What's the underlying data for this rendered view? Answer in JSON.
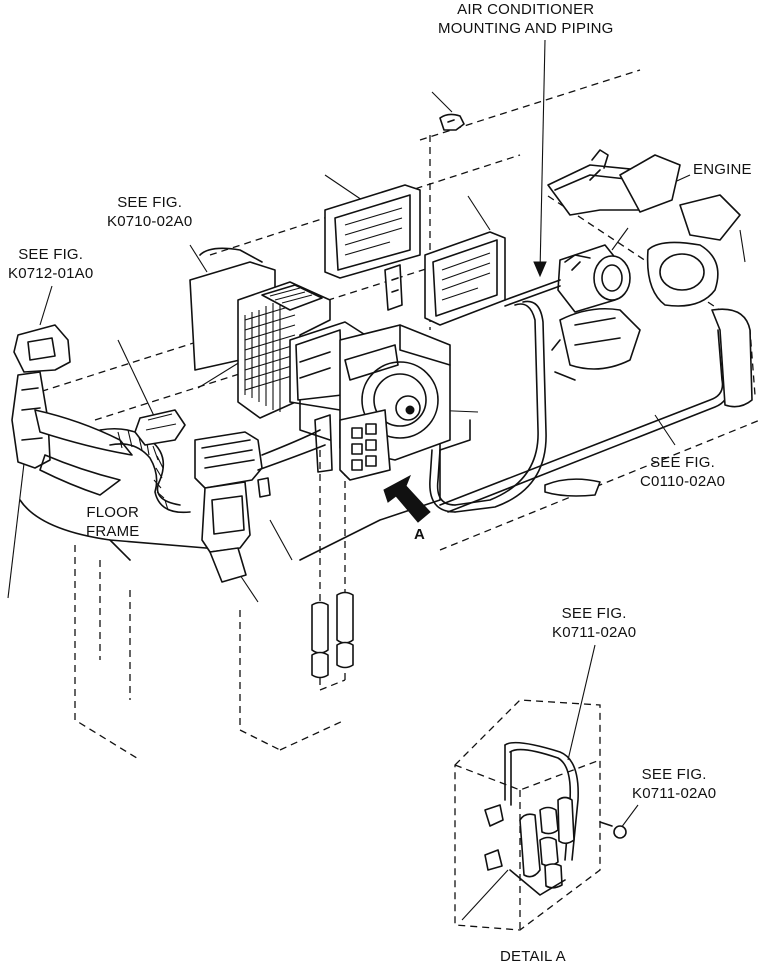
{
  "labels": {
    "air_conditioner": [
      "AIR CONDITIONER",
      "MOUNTING AND PIPING"
    ],
    "engine": "ENGINE",
    "see_fig_k0710": [
      "SEE FIG.",
      "K0710-02A0"
    ],
    "see_fig_k0712": [
      "SEE FIG.",
      "K0712-01A0"
    ],
    "floor_frame": [
      "FLOOR",
      "FRAME"
    ],
    "see_fig_c0110": [
      "SEE FIG.",
      "C0110-02A0"
    ],
    "arrow_a": "A",
    "see_fig_k0711_top": [
      "SEE FIG.",
      "K0711-02A0"
    ],
    "see_fig_k0711_right": [
      "SEE FIG.",
      "K0711-02A0"
    ],
    "detail_a": "DETAIL A"
  }
}
